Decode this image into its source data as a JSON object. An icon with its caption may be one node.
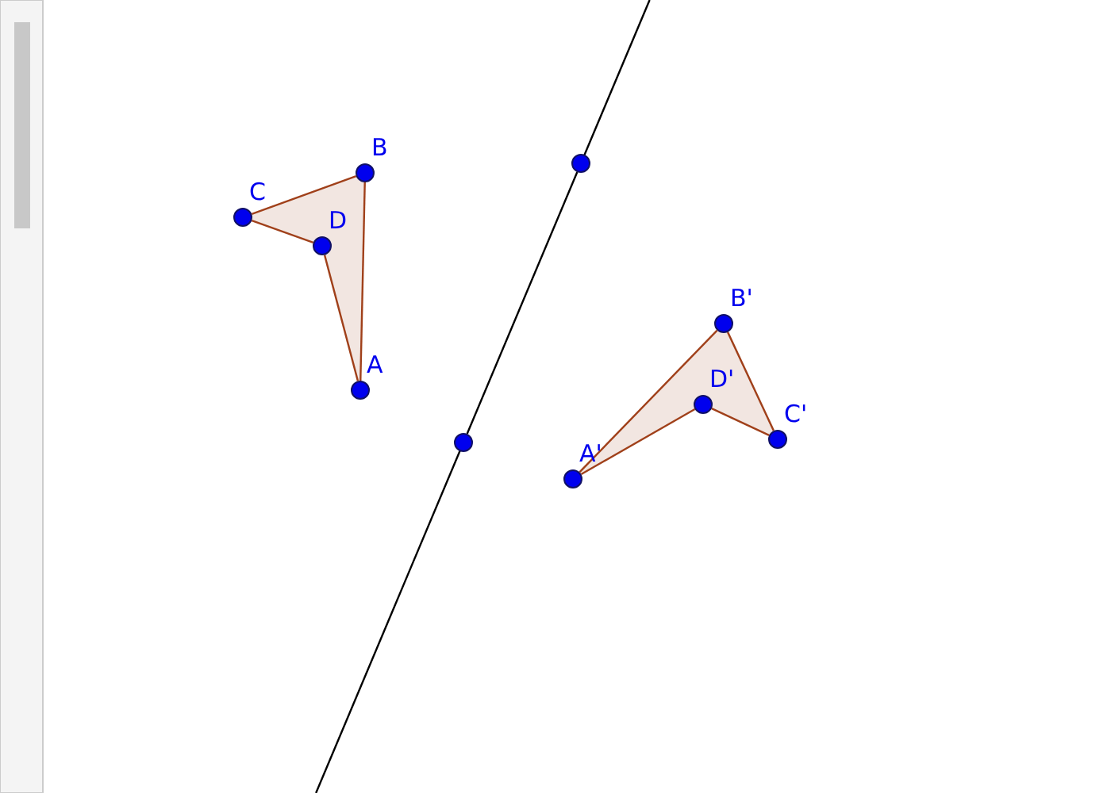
{
  "diagram": {
    "nodes": [
      {
        "text": [
          "A"
        ]
      },
      {
        "text": [
          "B"
        ]
      },
      {
        "text": [
          "C"
        ]
      },
      {
        "text": [
          "D"
        ]
      },
      {
        "text": [
          "A'"
        ]
      },
      {
        "text": [
          "B'"
        ]
      },
      {
        "text": [
          "C'"
        ]
      },
      {
        "text": [
          "D'"
        ]
      },
      {
        "text": [],
        "shape": "circle"
      },
      {
        "text": [],
        "shape": "circle"
      }
    ],
    "edges": [
      {
        "from": 0,
        "to": 1,
        "arrow": "none"
      },
      {
        "from": 1,
        "to": 2,
        "arrow": "none"
      },
      {
        "from": 2,
        "to": 3,
        "arrow": "none"
      },
      {
        "from": 3,
        "to": 0,
        "arrow": "none"
      },
      {
        "from": 4,
        "to": 5,
        "arrow": "none"
      },
      {
        "from": 5,
        "to": 6,
        "arrow": "none"
      },
      {
        "from": 6,
        "to": 7,
        "arrow": "none"
      },
      {
        "from": 7,
        "to": 4,
        "arrow": "none"
      },
      {
        "from": 8,
        "to": 9,
        "arrow": "none",
        "color": "#000000"
      }
    ]
  }
}
